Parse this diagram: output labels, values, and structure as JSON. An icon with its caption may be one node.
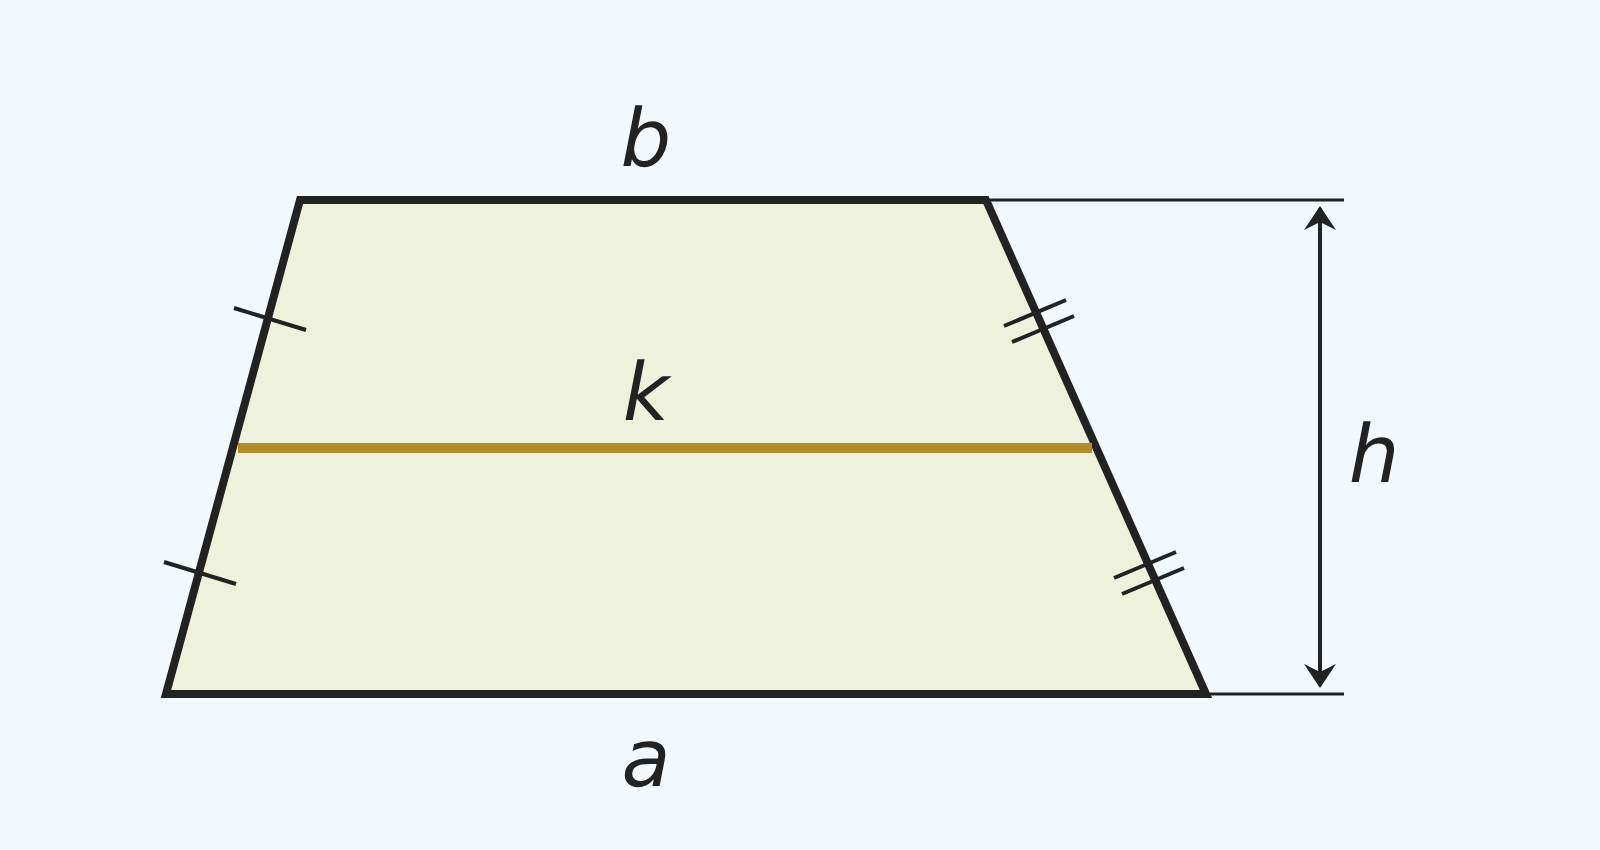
{
  "diagram": {
    "labels": [
      "b",
      "k",
      "h",
      "a"
    ]
  }
}
